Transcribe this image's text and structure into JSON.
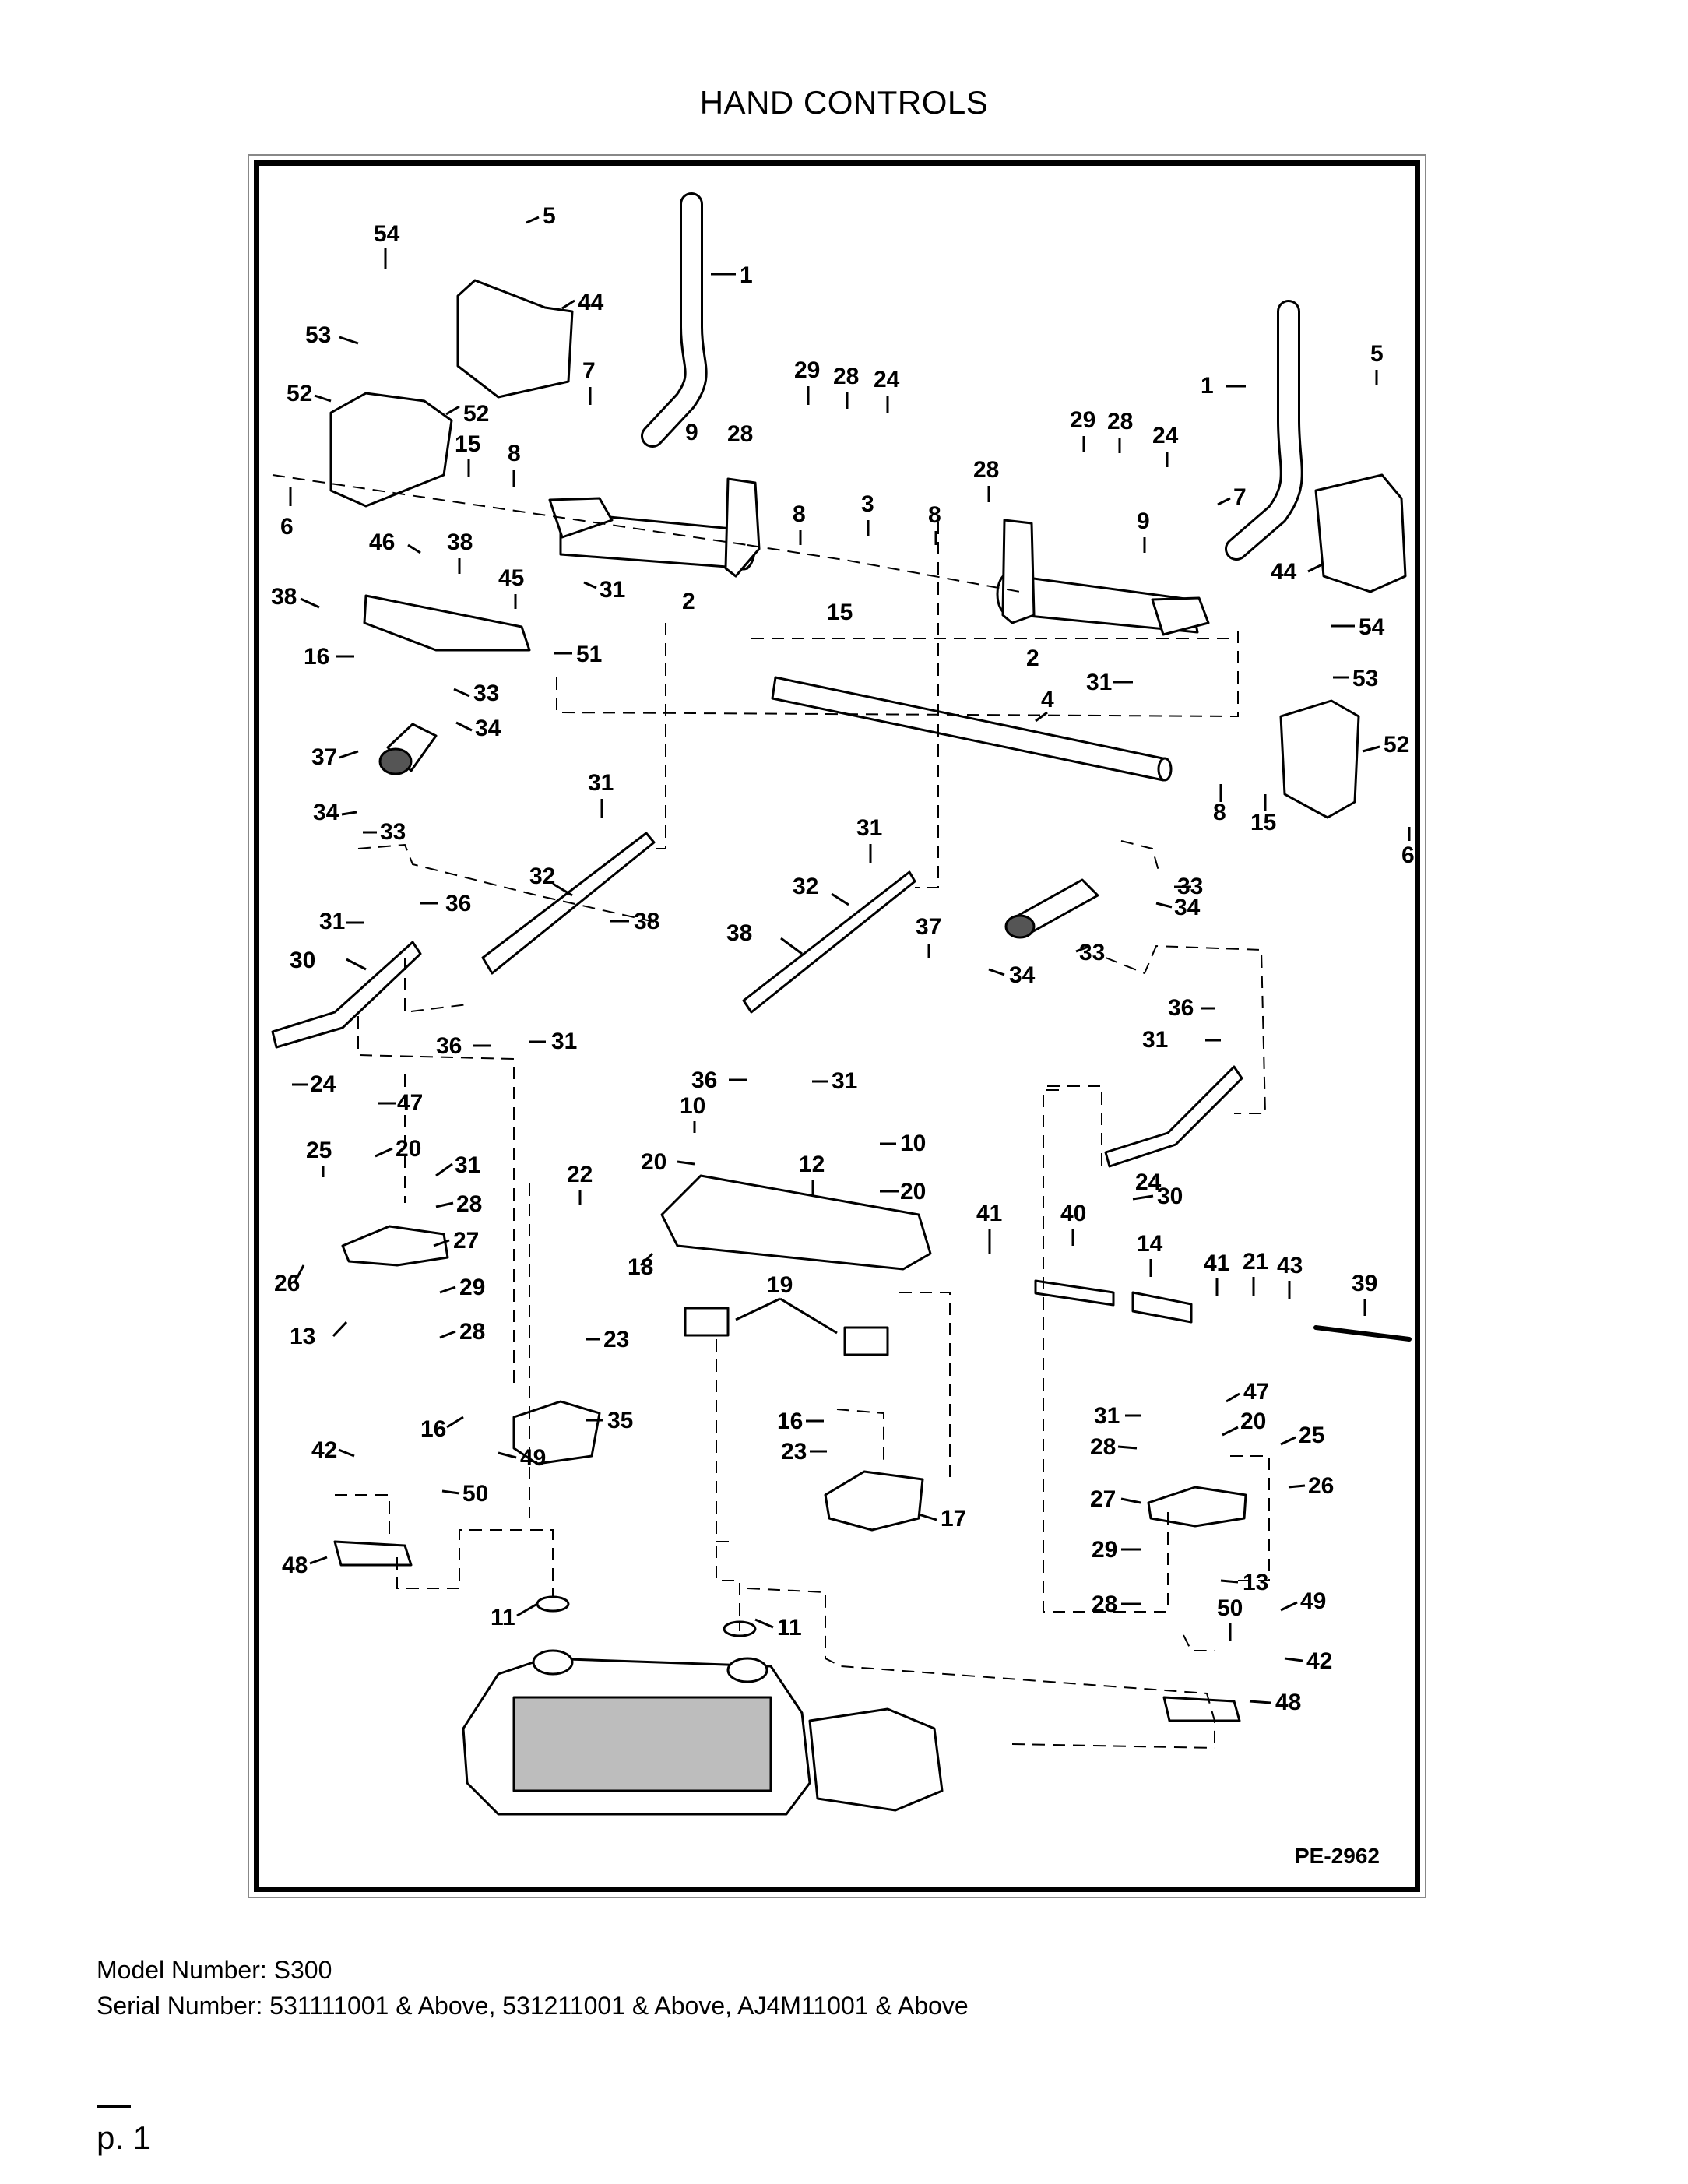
{
  "title": "HAND CONTROLS",
  "diagram_code": "PE-2962",
  "footer": {
    "model": "Model Number: S300",
    "serial": "Serial Number: 531111001 & Above, 531211001 & Above, AJ4M11001 & Above"
  },
  "page": "p. 1",
  "callouts": [
    "54",
    "5",
    "44",
    "1",
    "53",
    "7",
    "29",
    "28",
    "24",
    "52",
    "52",
    "15",
    "8",
    "9",
    "28",
    "1",
    "5",
    "29",
    "28",
    "24",
    "6",
    "28",
    "8",
    "3",
    "8",
    "7",
    "9",
    "46",
    "38",
    "45",
    "31",
    "2",
    "15",
    "44",
    "38",
    "54",
    "16",
    "51",
    "2",
    "31",
    "53",
    "33",
    "34",
    "4",
    "37",
    "52",
    "31",
    "34",
    "33",
    "8",
    "15",
    "6",
    "31",
    "32",
    "32",
    "33",
    "31",
    "36",
    "38",
    "37",
    "34",
    "33",
    "38",
    "34",
    "30",
    "36",
    "31",
    "36",
    "31",
    "36",
    "31",
    "24",
    "47",
    "10",
    "10",
    "25",
    "20",
    "31",
    "20",
    "12",
    "20",
    "22",
    "28",
    "27",
    "41",
    "40",
    "30",
    "24",
    "18",
    "14",
    "41",
    "21",
    "43",
    "39",
    "29",
    "26",
    "19",
    "13",
    "28",
    "23",
    "47",
    "16",
    "35",
    "31",
    "20",
    "25",
    "16",
    "42",
    "49",
    "23",
    "28",
    "50",
    "26",
    "27",
    "17",
    "48",
    "29",
    "13",
    "11",
    "50",
    "49",
    "11",
    "28",
    "42",
    "48"
  ],
  "colors": {
    "line": "#000000",
    "frame_outer": "#888888",
    "shade": "#8a8a8a"
  }
}
